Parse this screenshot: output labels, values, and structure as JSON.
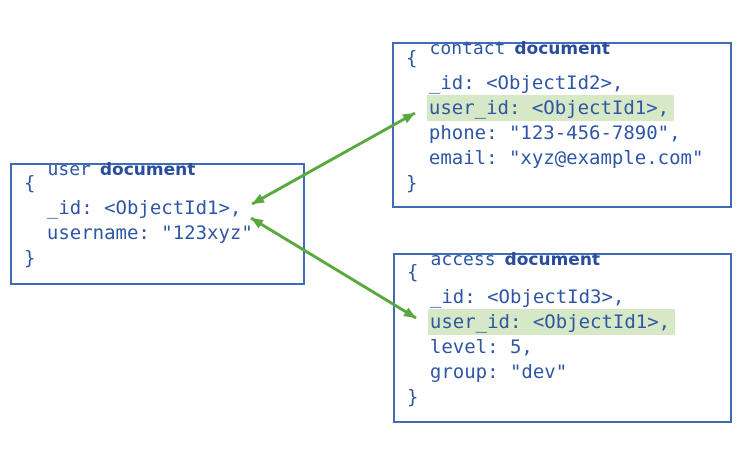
{
  "diagram": {
    "description": "Document reference diagram: user document _id referenced by user_id fields in contact and access documents"
  },
  "colors": {
    "code_text_blue": "#2e56a4",
    "title_label_blue": "#2a4c9b",
    "box_border_blue": "#3f6cb5",
    "arrow_green": "#59a83e",
    "highlight_green": "#d6e8c5",
    "background": "#ffffff"
  },
  "documents": [
    {
      "name": "user",
      "type_label": "document",
      "lines": [
        {
          "indent": "",
          "text": "{",
          "highlight": false
        },
        {
          "indent": "  ",
          "text": "_id: <ObjectId1>,",
          "highlight": false
        },
        {
          "indent": "  ",
          "text": "username: \"123xyz\"",
          "highlight": false
        },
        {
          "indent": "",
          "text": "}",
          "highlight": false
        }
      ]
    },
    {
      "name": "contact",
      "type_label": "document",
      "lines": [
        {
          "indent": "",
          "text": "{",
          "highlight": false
        },
        {
          "indent": "  ",
          "text": "_id: <ObjectId2>,",
          "highlight": false
        },
        {
          "indent": "  ",
          "text": "user_id: <ObjectId1>,",
          "highlight": true
        },
        {
          "indent": "  ",
          "text": "phone: \"123-456-7890\",",
          "highlight": false
        },
        {
          "indent": "  ",
          "text": "email: \"xyz@example.com\"",
          "highlight": false
        },
        {
          "indent": "",
          "text": "}",
          "highlight": false
        }
      ]
    },
    {
      "name": "access",
      "type_label": "document",
      "lines": [
        {
          "indent": "",
          "text": "{",
          "highlight": false
        },
        {
          "indent": "  ",
          "text": "_id: <ObjectId3>,",
          "highlight": false
        },
        {
          "indent": "  ",
          "text": "user_id: <ObjectId1>,",
          "highlight": true
        },
        {
          "indent": "  ",
          "text": "level: 5,",
          "highlight": false
        },
        {
          "indent": "  ",
          "text": "group: \"dev\"",
          "highlight": false
        },
        {
          "indent": "",
          "text": "}",
          "highlight": false
        }
      ]
    }
  ],
  "arrows": [
    {
      "from": "user document _id <ObjectId1>",
      "to": "contact document user_id"
    },
    {
      "from": "user document _id <ObjectId1>",
      "to": "access document user_id"
    }
  ]
}
